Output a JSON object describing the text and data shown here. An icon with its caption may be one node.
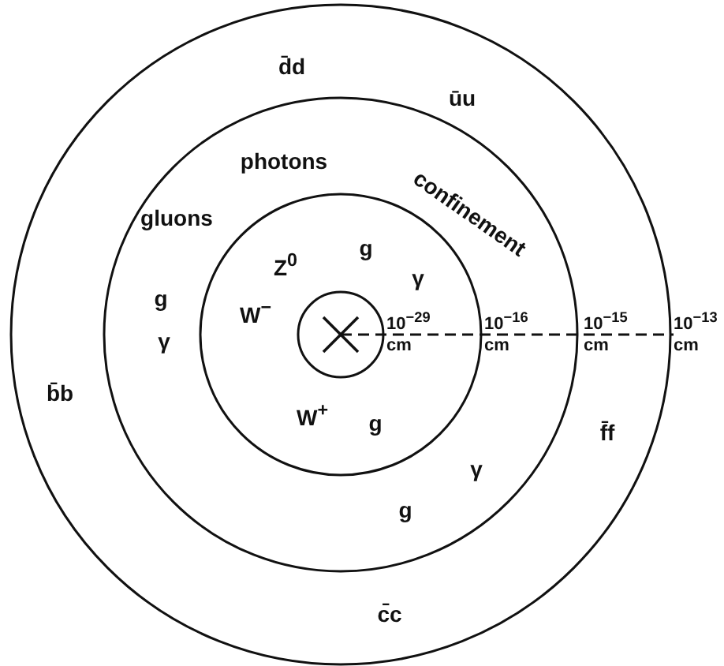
{
  "diagram": {
    "labels": [
      "d̄d",
      "ūu",
      "photons",
      "confinement",
      "gluons",
      "Z$^{0}$",
      "g",
      "γ",
      "g",
      "W$^{−}$",
      "10$^{−29}$ cm",
      "10$^{−16}$ cm",
      "10$^{−15}$ cm",
      "10$^{−13}$ cm",
      "γ",
      "b̄b",
      "W$^{+}$",
      "g",
      "f̄f",
      "γ",
      "g",
      "c̄c"
    ]
  }
}
